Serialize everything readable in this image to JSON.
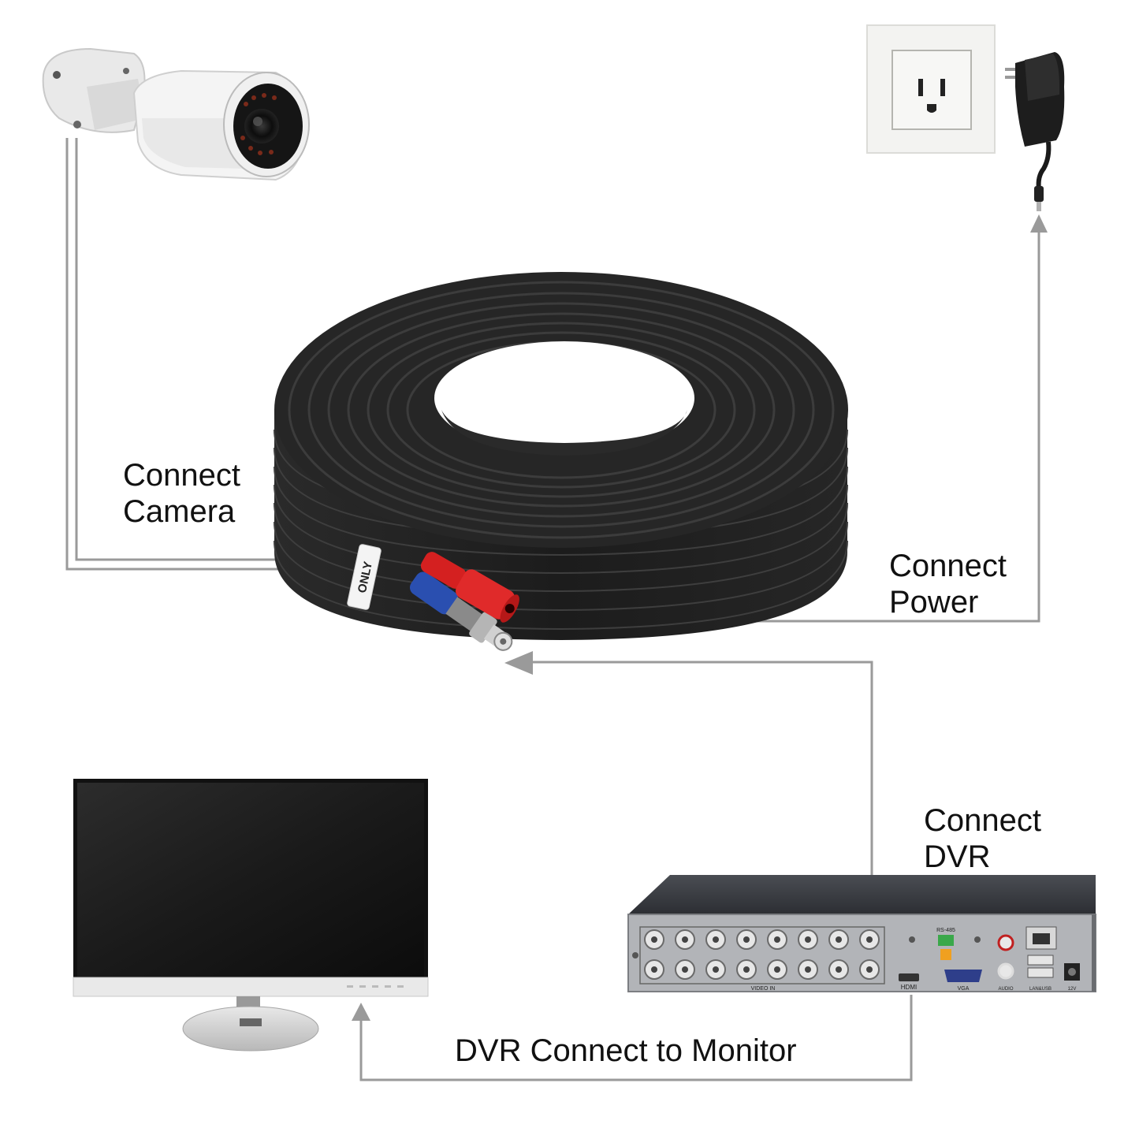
{
  "labels": {
    "camera": [
      "Connect",
      "Camera"
    ],
    "power": [
      "Connect",
      "Power"
    ],
    "dvr": [
      "Connect",
      "DVR"
    ],
    "monitor": "DVR Connect to Monitor"
  },
  "cable_tag": "ONLY",
  "dvr_panel": {
    "video_in": "VIDEO IN",
    "hdmi": "HDMI",
    "vga": "VGA",
    "rs485": "RS-485",
    "audio": "AUDIO",
    "lan_usb": "LAN&USB",
    "power": "12V"
  },
  "colors": {
    "cable": "#1f1f1f",
    "arrow_line": "#9a9a9a",
    "connector_red": "#d42020",
    "connector_blue": "#2a4fb0",
    "camera_body": "#f2f2f2",
    "dvr_body": "#3a3d42"
  }
}
